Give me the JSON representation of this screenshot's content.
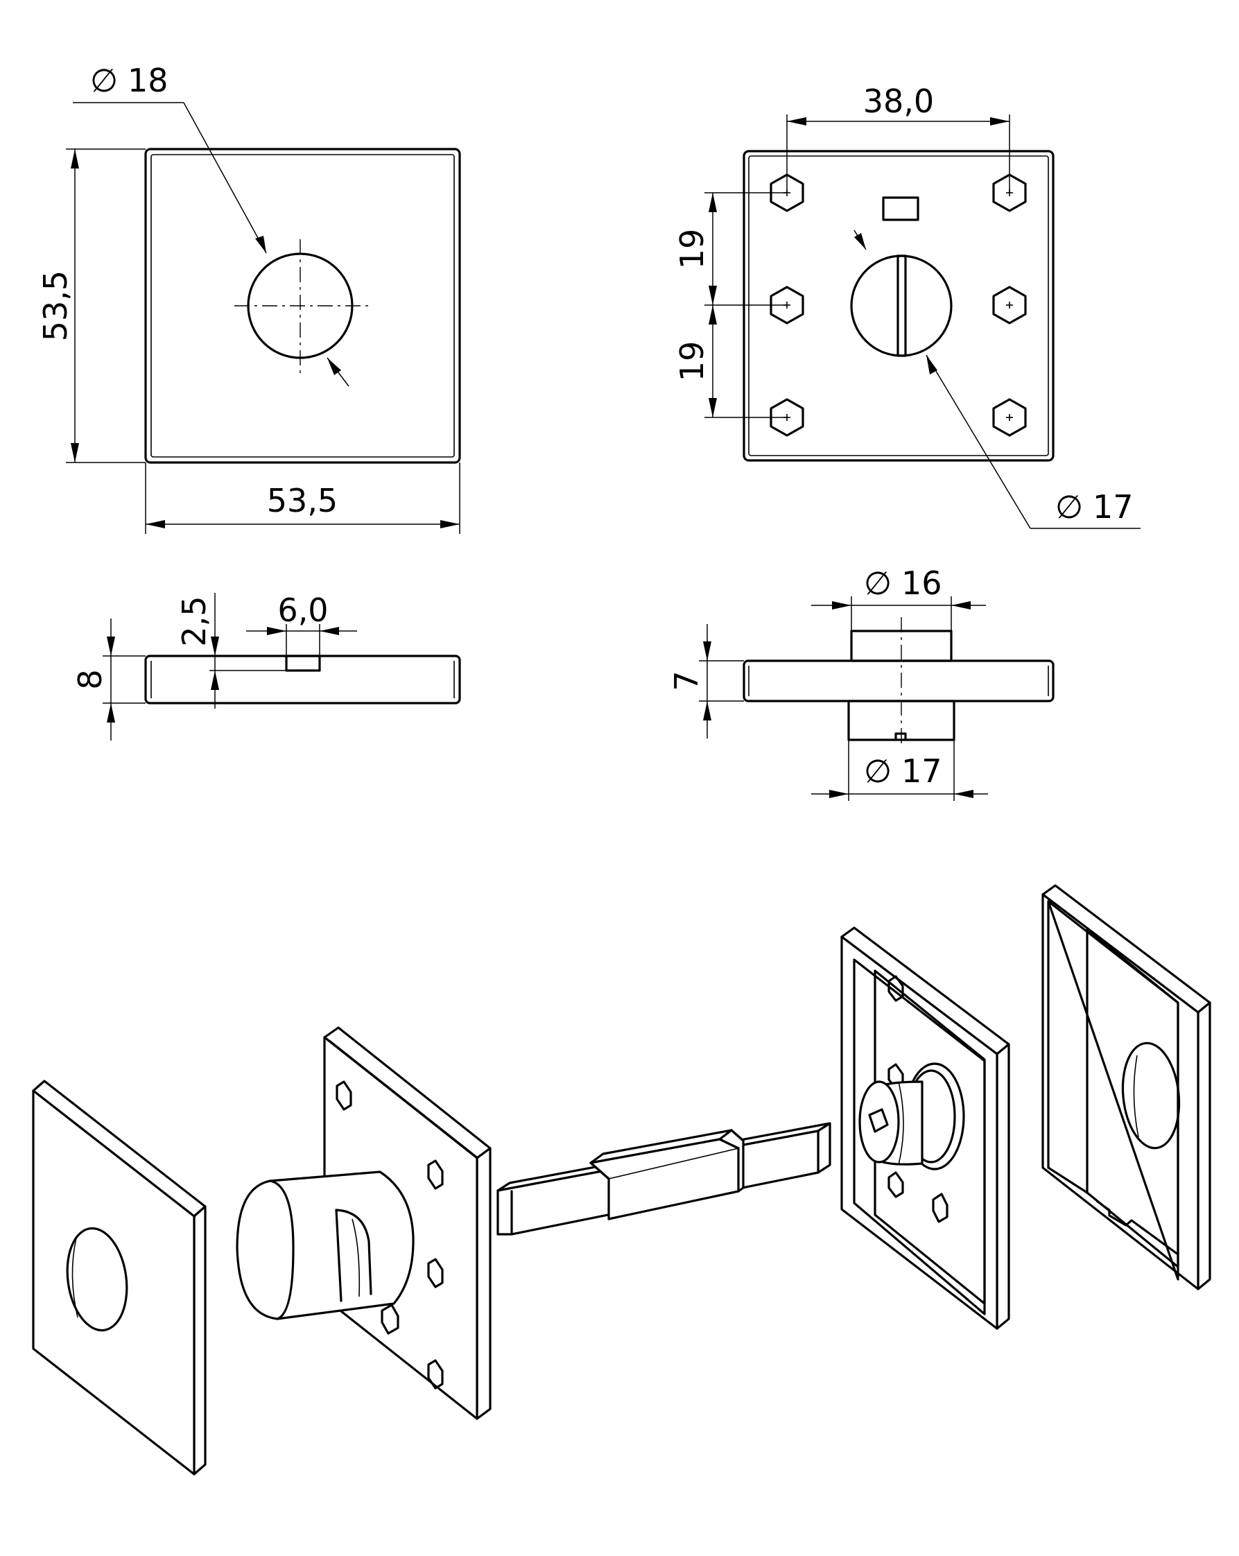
{
  "dimensions": {
    "front_hole_diameter": "18",
    "front_height": "53,5",
    "front_width": "53,5",
    "back_bolt_spacing": "38,0",
    "back_screw_pitch_upper": "19",
    "back_screw_pitch_lower": "19",
    "back_knob_diameter": "17",
    "side_thickness": "8",
    "side_recess_depth": "2,5",
    "side_recess_width": "6,0",
    "side2_thickness": "7",
    "side2_top_diameter": "16",
    "side2_bottom_diameter": "17"
  },
  "symbols": {
    "diameter": "∅"
  }
}
